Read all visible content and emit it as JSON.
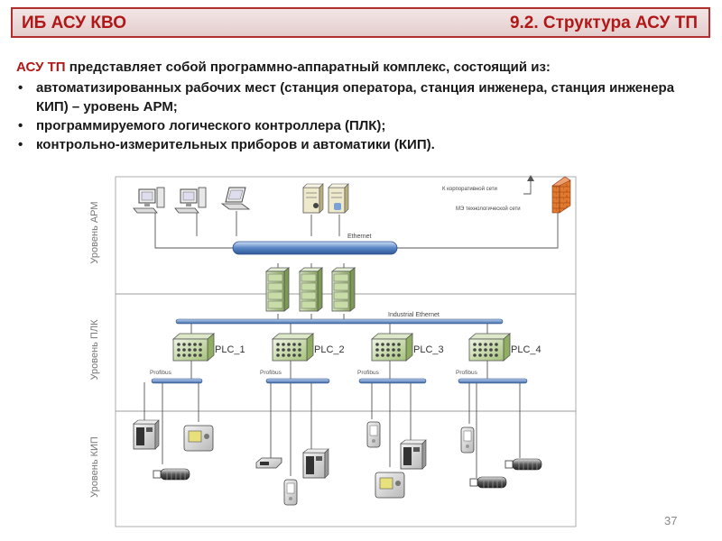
{
  "header": {
    "left": "ИБ АСУ КВО",
    "right": "9.2. Структура АСУ ТП"
  },
  "intro": {
    "lead_highlight": "АСУ ТП",
    "lead_rest": " представляет собой программно-аппаратный комплекс, состоящий из:",
    "bullets": [
      "автоматизированных рабочих мест (станция оператора, станция инженера, станция инженера КИП) – уровень АРМ;",
      "программируемого логического контроллера (ПЛК);",
      "контрольно-измерительных приборов и автоматики (КИП)."
    ]
  },
  "diagram": {
    "levels": [
      "Уровень АРМ",
      "Уровень ПЛК",
      "Уровень КИП"
    ],
    "bus_ethernet": "Ethernet",
    "bus_industrial": "Industrial Ethernet",
    "corp_net": "К корпоративной сети",
    "me_net": "МЭ технологической сети",
    "plc_labels": [
      "PLC_1",
      "PLC_2",
      "PLC_3",
      "PLC_4"
    ],
    "profibus": "Profibus"
  },
  "colors": {
    "accent": "#b01818",
    "bus": "#5a86c4",
    "server_green": "#a6c27a"
  },
  "page_number": "37"
}
